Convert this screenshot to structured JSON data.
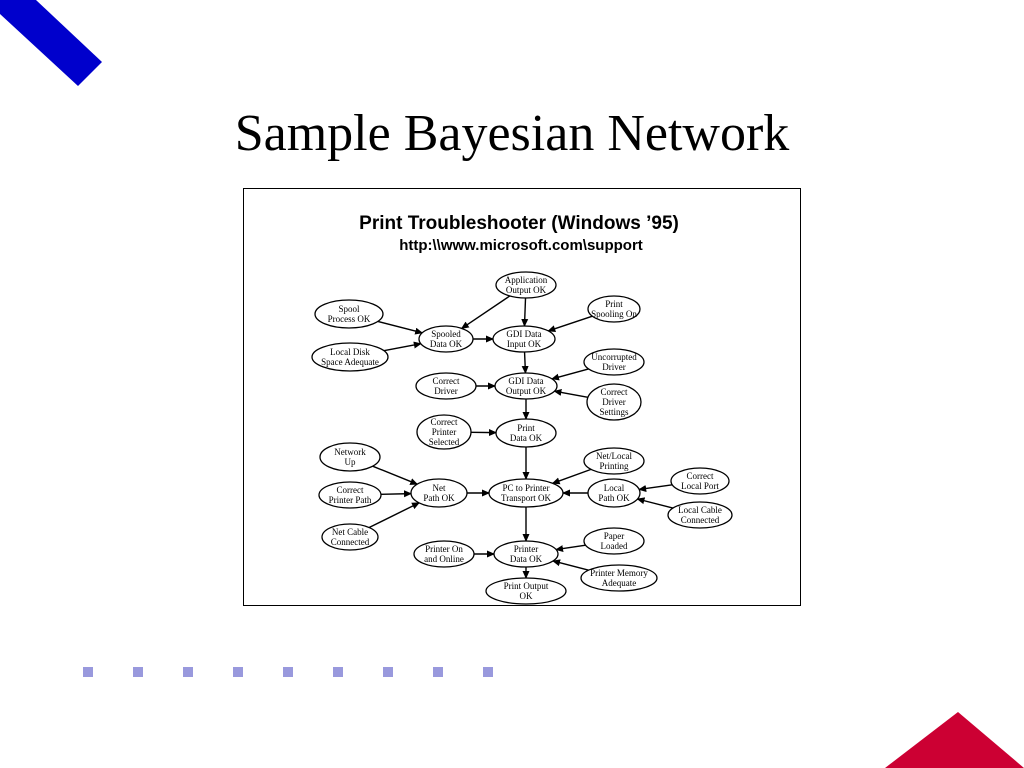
{
  "slide": {
    "title": "Sample Bayesian Network",
    "colors": {
      "blue": "#0000cc",
      "crimson": "#cc0033",
      "bullet": "#9999dd"
    }
  },
  "diagram": {
    "title": "Print Troubleshooter (Windows ’95)",
    "subtitle": "http:\\\\www.microsoft.com\\support",
    "nodes": [
      {
        "id": "application-output",
        "lines": [
          "Application",
          "Output OK"
        ]
      },
      {
        "id": "spool-process",
        "lines": [
          "Spool",
          "Process OK"
        ]
      },
      {
        "id": "print-spooling",
        "lines": [
          "Print",
          "Spooling On"
        ]
      },
      {
        "id": "spooled-data",
        "lines": [
          "Spooled",
          "Data OK"
        ]
      },
      {
        "id": "gdi-data-input",
        "lines": [
          "GDI Data",
          "Input OK"
        ]
      },
      {
        "id": "local-disk-space",
        "lines": [
          "Local Disk",
          "Space Adequate"
        ]
      },
      {
        "id": "uncorrupted-driver",
        "lines": [
          "Uncorrupted",
          "Driver"
        ]
      },
      {
        "id": "correct-driver",
        "lines": [
          "Correct",
          "Driver"
        ]
      },
      {
        "id": "gdi-data-output",
        "lines": [
          "GDI Data",
          "Output OK"
        ]
      },
      {
        "id": "correct-driver-settings",
        "lines": [
          "Correct",
          "Driver",
          "Settings"
        ]
      },
      {
        "id": "correct-printer-selected",
        "lines": [
          "Correct",
          "Printer",
          "Selected"
        ]
      },
      {
        "id": "print-data",
        "lines": [
          "Print",
          "Data OK"
        ]
      },
      {
        "id": "network-up",
        "lines": [
          "Network",
          "Up"
        ]
      },
      {
        "id": "net-local-printing",
        "lines": [
          "Net/Local",
          "Printing"
        ]
      },
      {
        "id": "correct-local-port",
        "lines": [
          "Correct",
          "Local Port"
        ]
      },
      {
        "id": "correct-printer-path",
        "lines": [
          "Correct",
          "Printer Path"
        ]
      },
      {
        "id": "net-path",
        "lines": [
          "Net",
          "Path OK"
        ]
      },
      {
        "id": "pc-to-printer-transport",
        "lines": [
          "PC to Printer",
          "Transport OK"
        ]
      },
      {
        "id": "local-path",
        "lines": [
          "Local",
          "Path OK"
        ]
      },
      {
        "id": "local-cable-connected",
        "lines": [
          "Local Cable",
          "Connected"
        ]
      },
      {
        "id": "net-cable-connected",
        "lines": [
          "Net Cable",
          "Connected"
        ]
      },
      {
        "id": "paper-loaded",
        "lines": [
          "Paper",
          "Loaded"
        ]
      },
      {
        "id": "printer-on-online",
        "lines": [
          "Printer On",
          "and Online"
        ]
      },
      {
        "id": "printer-data",
        "lines": [
          "Printer",
          "Data OK"
        ]
      },
      {
        "id": "printer-memory-adequate",
        "lines": [
          "Printer Memory",
          "Adequate"
        ]
      },
      {
        "id": "print-output",
        "lines": [
          "Print Output",
          "OK"
        ]
      }
    ],
    "edges": [
      [
        "spool-process",
        "spooled-data"
      ],
      [
        "local-disk-space",
        "spooled-data"
      ],
      [
        "application-output",
        "spooled-data"
      ],
      [
        "application-output",
        "gdi-data-input"
      ],
      [
        "spooled-data",
        "gdi-data-input"
      ],
      [
        "print-spooling",
        "gdi-data-input"
      ],
      [
        "gdi-data-input",
        "gdi-data-output"
      ],
      [
        "uncorrupted-driver",
        "gdi-data-output"
      ],
      [
        "correct-driver",
        "gdi-data-output"
      ],
      [
        "correct-driver-settings",
        "gdi-data-output"
      ],
      [
        "gdi-data-output",
        "print-data"
      ],
      [
        "correct-printer-selected",
        "print-data"
      ],
      [
        "print-data",
        "pc-to-printer-transport"
      ],
      [
        "net-local-printing",
        "pc-to-printer-transport"
      ],
      [
        "network-up",
        "net-path"
      ],
      [
        "correct-printer-path",
        "net-path"
      ],
      [
        "net-cable-connected",
        "net-path"
      ],
      [
        "net-path",
        "pc-to-printer-transport"
      ],
      [
        "local-path",
        "pc-to-printer-transport"
      ],
      [
        "correct-local-port",
        "local-path"
      ],
      [
        "local-cable-connected",
        "local-path"
      ],
      [
        "pc-to-printer-transport",
        "printer-data"
      ],
      [
        "printer-on-online",
        "printer-data"
      ],
      [
        "paper-loaded",
        "printer-data"
      ],
      [
        "printer-memory-adequate",
        "printer-data"
      ],
      [
        "printer-data",
        "print-output"
      ]
    ]
  }
}
